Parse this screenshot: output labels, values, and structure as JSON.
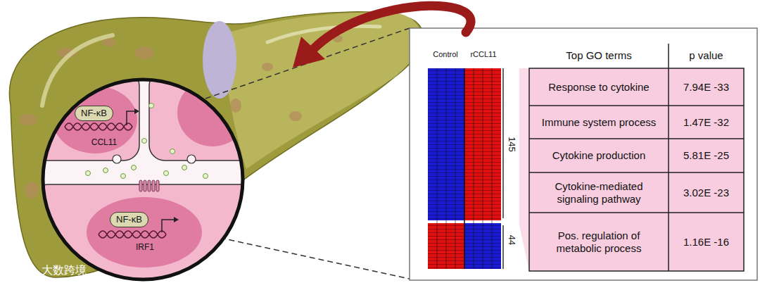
{
  "diagram": {
    "nodes": [
      {
        "text": [
          "NF-κB"
        ]
      },
      {
        "text": [
          "NF-κB"
        ]
      }
    ],
    "labels": [
      "CCL11",
      "IRF1",
      "Control",
      "rCCL11",
      "Top GO terms",
      "p value",
      "Response to cytokine",
      "7.94E -33",
      "Immune system process",
      "1.47E -32",
      "Cytokine production",
      "5.81E -25",
      "Cytokine-mediated signaling pathway",
      "3.02E -23",
      "Pos. regulation of metabolic process",
      "1.16E -16",
      "145",
      "44",
      "大数跨境"
    ]
  }
}
